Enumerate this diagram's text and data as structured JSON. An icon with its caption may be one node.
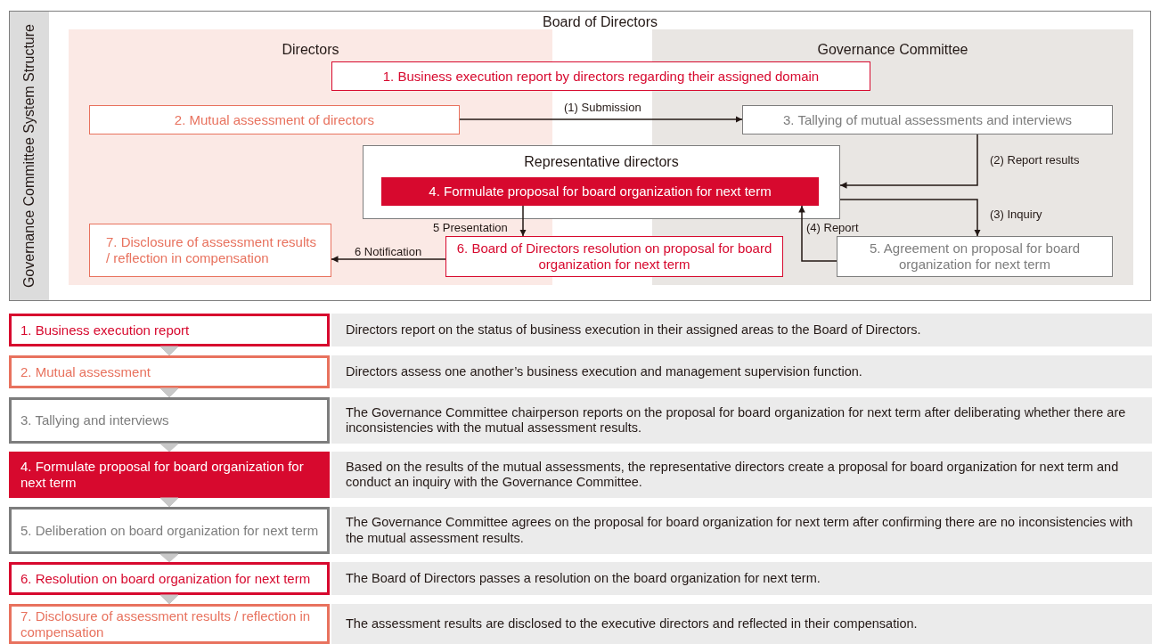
{
  "diagram": {
    "nodes": [
      {
        "text": [
          "Board of Directors"
        ]
      },
      {
        "text": [
          "Governance Committee System Structure"
        ],
        "in": 0
      },
      {
        "text": [
          "Directors"
        ],
        "in": 0
      },
      {
        "text": [
          "Governance Committee"
        ],
        "in": 0
      },
      {
        "text": [
          "1. Business execution report by directors regarding their assigned domain"
        ],
        "in": 0
      },
      {
        "text": [
          "2. Mutual assessment of directors"
        ],
        "in": 2
      },
      {
        "text": [
          "3. Tallying of mutual assessments and interviews"
        ],
        "in": 3
      },
      {
        "text": [
          "Representative directors"
        ],
        "in": 0
      },
      {
        "text": [
          "4. Formulate proposal for board organization for next term"
        ],
        "in": 7
      },
      {
        "text": [
          "7. Disclosure of assessment results / reflection in compensation"
        ],
        "in": 2
      },
      {
        "text": [
          "6. Board of Directors resolution on proposal for board organization for next term"
        ],
        "in": 0
      },
      {
        "text": [
          "5. Agreement on proposal for board organization for next term"
        ],
        "in": 3
      },
      {
        "text": [
          "1. Business execution report"
        ]
      },
      {
        "text": [
          "Directors report on the status of business execution in their assigned areas to the Board of Directors."
        ]
      },
      {
        "text": [
          "2. Mutual assessment"
        ]
      },
      {
        "text": [
          "Directors assess one another’s business execution and management supervision function."
        ]
      },
      {
        "text": [
          "3. Tallying and interviews"
        ]
      },
      {
        "text": [
          "The Governance Committee chairperson reports on the proposal for board organization for next term after deliberating whether there are inconsistencies with the mutual assessment results."
        ]
      },
      {
        "text": [
          "4. Formulate proposal for board organization for next term"
        ]
      },
      {
        "text": [
          "Based on the results of the mutual assessments, the representative directors create a proposal for board organization for next term and conduct an inquiry with the Governance Committee."
        ]
      },
      {
        "text": [
          "5. Deliberation on board organization for next term"
        ]
      },
      {
        "text": [
          "The Governance Committee agrees on the proposal for board organization for next term after confirming there are no inconsistencies with the mutual assessment results."
        ]
      },
      {
        "text": [
          "6. Resolution on board organization for next term"
        ]
      },
      {
        "text": [
          "The Board of Directors passes a resolution on the board organization for next term."
        ]
      },
      {
        "text": [
          "7. Disclosure of assessment results / reflection in compensation"
        ]
      },
      {
        "text": [
          "The assessment results are disclosed to the executive directors and reflected in their compensation."
        ]
      }
    ],
    "edges": [
      {
        "from": 5,
        "to": 6,
        "arrow": "to",
        "label": "(1) Submission"
      },
      {
        "from": 6,
        "to": 7,
        "arrow": "to",
        "label": "(2) Report results"
      },
      {
        "from": 7,
        "to": 11,
        "arrow": "to",
        "label": "(3) Inquiry"
      },
      {
        "from": 11,
        "to": 8,
        "arrow": "to",
        "label": "(4) Report"
      },
      {
        "from": 8,
        "to": 10,
        "arrow": "to",
        "label": "5 Presentation"
      },
      {
        "from": 10,
        "to": 9,
        "arrow": "to",
        "label": "6 Notification"
      },
      {
        "from": 12,
        "to": 14,
        "arrow": "to",
        "color": "#c8c8c8"
      },
      {
        "from": 14,
        "to": 16,
        "arrow": "to",
        "color": "#c8c8c8"
      },
      {
        "from": 16,
        "to": 18,
        "arrow": "to",
        "color": "#c8c8c8"
      },
      {
        "from": 18,
        "to": 20,
        "arrow": "to",
        "color": "#c8c8c8"
      },
      {
        "from": 20,
        "to": 22,
        "arrow": "to",
        "color": "#c8c8c8"
      },
      {
        "from": 22,
        "to": 24,
        "arrow": "to",
        "color": "#c8c8c8"
      }
    ]
  }
}
